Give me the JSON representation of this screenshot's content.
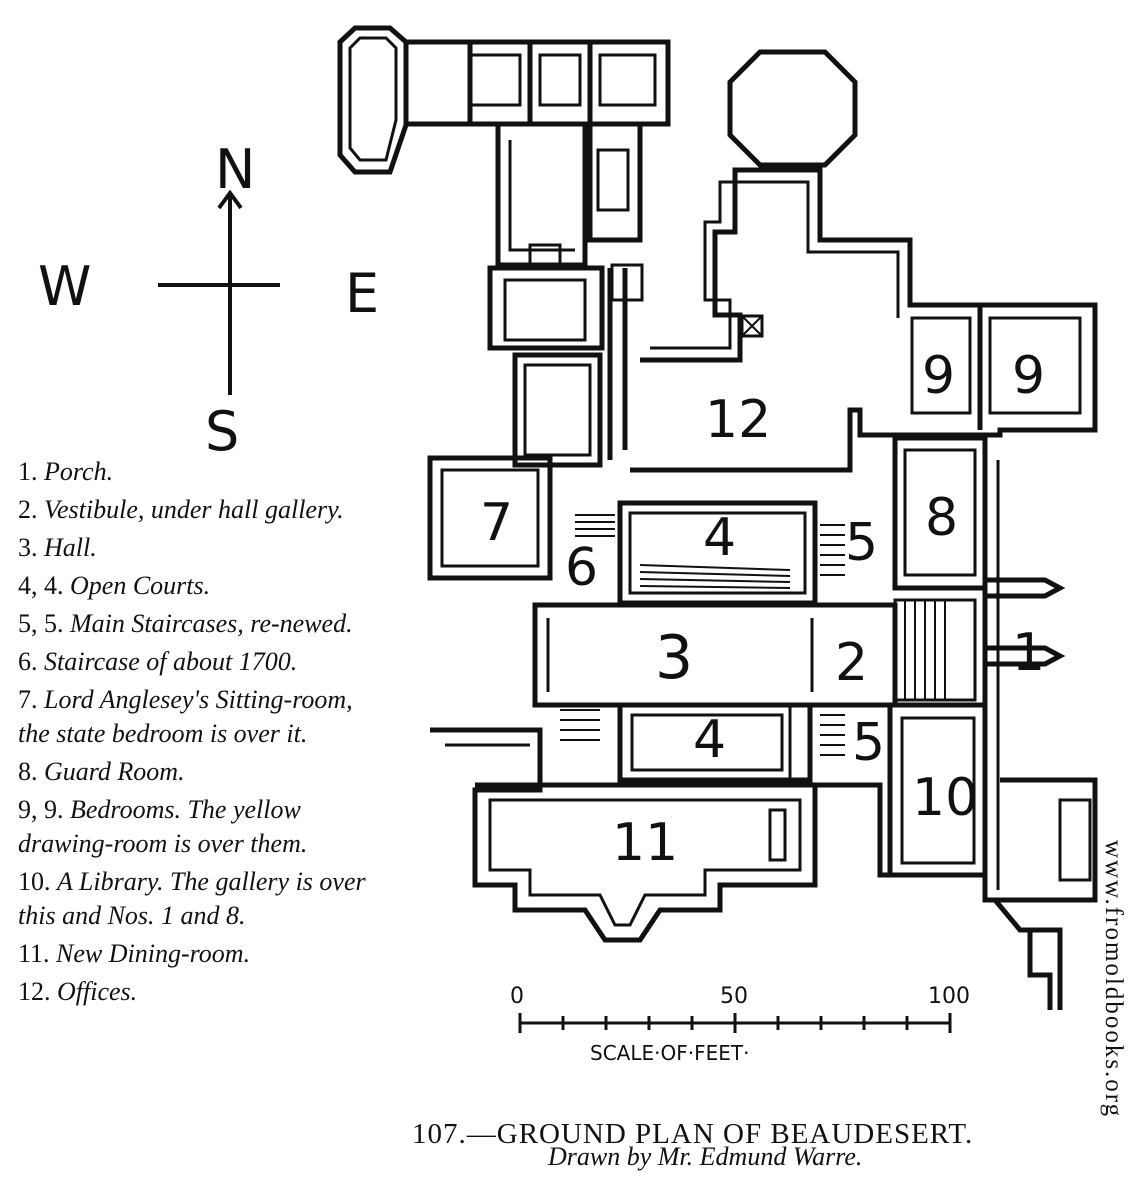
{
  "compass": {
    "north": "N",
    "south": "S",
    "east": "E",
    "west": "W"
  },
  "rooms": {
    "r1": "1",
    "r2": "2",
    "r3": "3",
    "r4a": "4",
    "r4b": "4",
    "r5a": "5",
    "r5b": "5",
    "r6": "6",
    "r7": "7",
    "r8": "8",
    "r9a": "9",
    "r9b": "9",
    "r10": "10",
    "r11": "11",
    "r12": "12"
  },
  "scale": {
    "t0": "0",
    "t50": "50",
    "t100": "100",
    "label": "SCALE·OF·FEET·"
  },
  "legend": [
    {
      "num": "1.",
      "text": "Porch."
    },
    {
      "num": "2.",
      "text": "Vestibule, under hall gallery."
    },
    {
      "num": "3.",
      "text": "Hall."
    },
    {
      "num": "4, 4.",
      "text": "Open Courts."
    },
    {
      "num": "5, 5.",
      "text": "Main Staircases, re-newed."
    },
    {
      "num": "6.",
      "text": "Staircase of about 1700."
    },
    {
      "num": "7.",
      "text": "Lord Anglesey's Sitting-room, the state bedroom is over it."
    },
    {
      "num": "8.",
      "text": "Guard Room."
    },
    {
      "num": "9, 9.",
      "text": "Bedrooms. The yellow drawing-room is over them."
    },
    {
      "num": "10.",
      "text": "A Library. The gallery is over this and Nos. 1 and 8."
    },
    {
      "num": "11.",
      "text": "New Dining-room."
    },
    {
      "num": "12.",
      "text": "Offices."
    }
  ],
  "caption": "107.—GROUND PLAN OF BEAUDESERT.",
  "credit": "Drawn by Mr. Edmund Warre.",
  "watermark": "www.fromoldbooks.org"
}
